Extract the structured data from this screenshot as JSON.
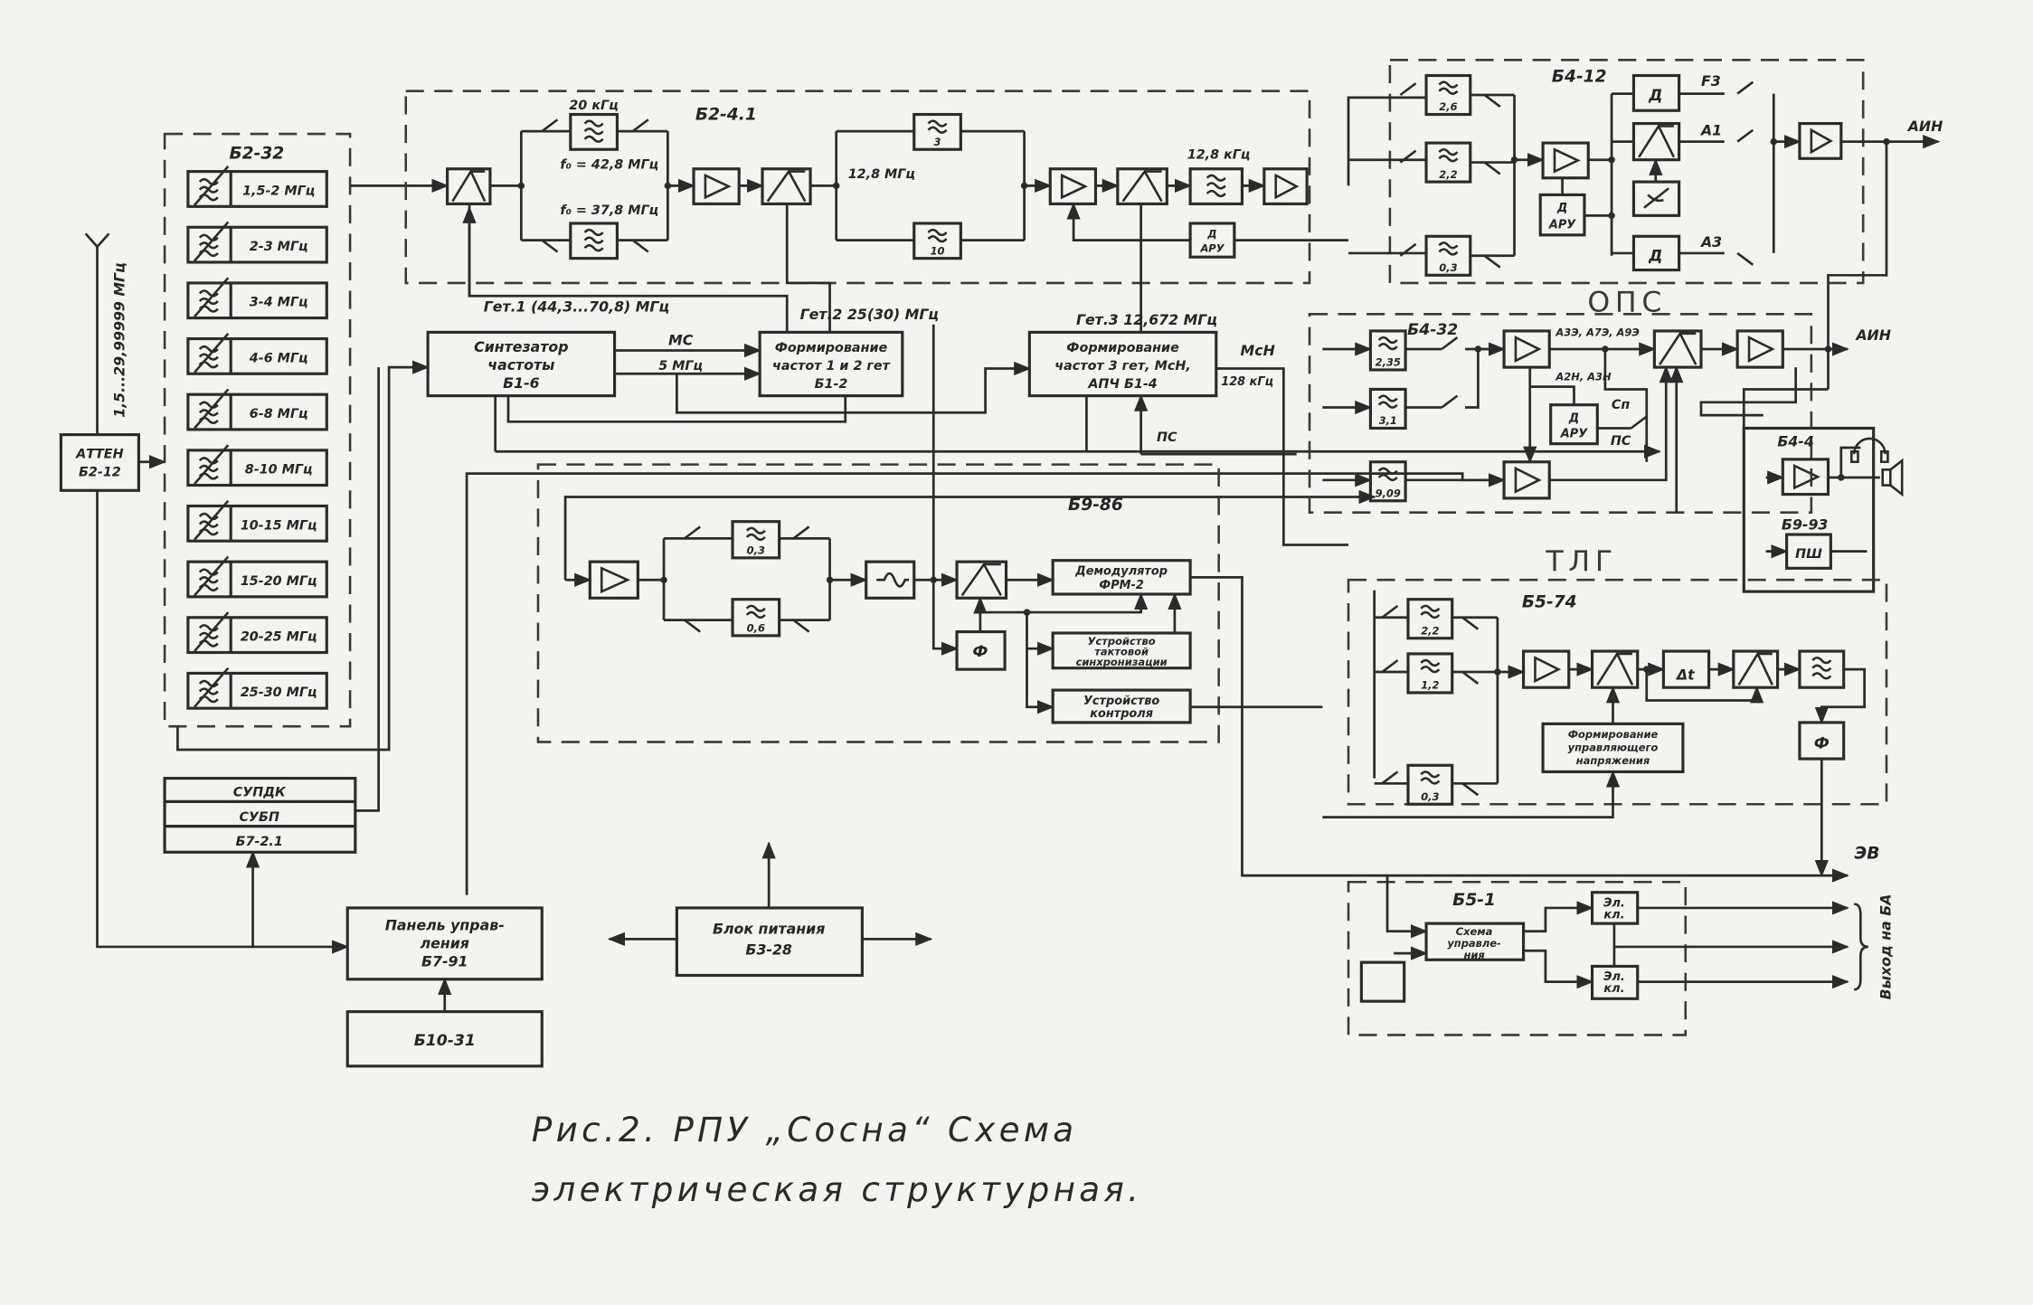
{
  "figure": {
    "caption_line1": "Рис.2. РПУ „Сосна“ Схема",
    "caption_line2": "электрическая структурная."
  },
  "antenna": {
    "range_label": "1,5...29,99999 МГц"
  },
  "atten": {
    "lines": [
      "АТТЕН",
      "Б2-12"
    ]
  },
  "b2_32": {
    "title": "Б2-32",
    "bands": [
      "1,5-2 МГц",
      "2-3 МГц",
      "3-4 МГц",
      "4-6 МГц",
      "6-8 МГц",
      "8-10 МГц",
      "10-15 МГц",
      "15-20 МГц",
      "20-25 МГц",
      "25-30 МГц"
    ]
  },
  "control_unit": {
    "rows": [
      "СУПДК",
      "СУБП",
      "Б7-2.1"
    ]
  },
  "b2_41": {
    "title": "Б2-4.1",
    "bw_20k": "20 кГц",
    "f0_1": "f₀ = 42,8 МГц",
    "f0_2": "f₀ = 37,8 МГц",
    "if_12_8M": "12,8 МГц",
    "filter_3": "3",
    "filter_10": "10",
    "if_12_8k": "12,8 кГц",
    "agc": [
      "Д",
      "АРУ"
    ]
  },
  "heterodyne": {
    "het1": "Гет.1 (44,3...70,8) МГц",
    "het2": "Гет.2  25(30) МГц",
    "het3": "Гет.3  12,672 МГц"
  },
  "synth": {
    "lines": [
      "Синтезатор",
      "частоты",
      "Б1-6"
    ],
    "mc": "МС",
    "f5": "5 МГц"
  },
  "b1_2": {
    "lines": [
      "Формирование",
      "частот 1 и 2 гет",
      "Б1-2"
    ]
  },
  "b1_4": {
    "lines": [
      "Формирование",
      "частот 3 гет, МсН,",
      "АПЧ Б1-4"
    ],
    "mcn": "МсН",
    "f128": "128 кГц",
    "ps": "ПС"
  },
  "b9_86": {
    "title": "Б9-86",
    "filters": [
      "0,3",
      "0,6"
    ],
    "phi": "Ф",
    "demod": [
      "Демодулятор",
      "ФРМ-2"
    ],
    "sync": [
      "Устройство",
      "тактовой",
      "синхронизации"
    ],
    "ctrl": [
      "Устройство",
      "контроля"
    ]
  },
  "b4_12": {
    "title": "Б4-12",
    "filters": [
      "2,6",
      "2,2",
      "0,3"
    ],
    "det": "Д",
    "f3": "F3",
    "a1": "A1",
    "a3": "A3",
    "agc": [
      "Д",
      "АРУ"
    ],
    "out": "АИН"
  },
  "ops": {
    "title": "ОПС",
    "block": "Б4-32",
    "filters": [
      "2,35",
      "3,1",
      "9,09"
    ],
    "modes1": "А3Э, А7Э, А9Э",
    "modes2": "А2Н, А3Н",
    "agc": [
      "Д",
      "АРУ"
    ],
    "sp": "Сп",
    "ps": "ПС",
    "out": "АИН"
  },
  "b4_4": {
    "title": "Б4-4"
  },
  "b9_93": {
    "title": "Б9-93",
    "psh": "ПШ"
  },
  "tlg": {
    "title": "ТЛГ",
    "block": "Б5-74",
    "filters": [
      "2,2",
      "1,2",
      "0,3"
    ],
    "dt": "Δt",
    "phi": "Ф",
    "shaper": [
      "Формирование",
      "управляющего",
      "напряжения"
    ],
    "ev": "ЭВ"
  },
  "b5_1": {
    "title": "Б5-1",
    "ctrl": [
      "Схема",
      "управле-",
      "ния"
    ],
    "key": [
      "Эл.",
      "кл."
    ],
    "out": "Выход на БА"
  },
  "panel": {
    "lines": [
      "Панель управ-",
      "ления",
      "Б7-91"
    ]
  },
  "b10_31": {
    "label": "Б10-31"
  },
  "psu": {
    "lines": [
      "Блок питания",
      "Б3-28"
    ]
  }
}
